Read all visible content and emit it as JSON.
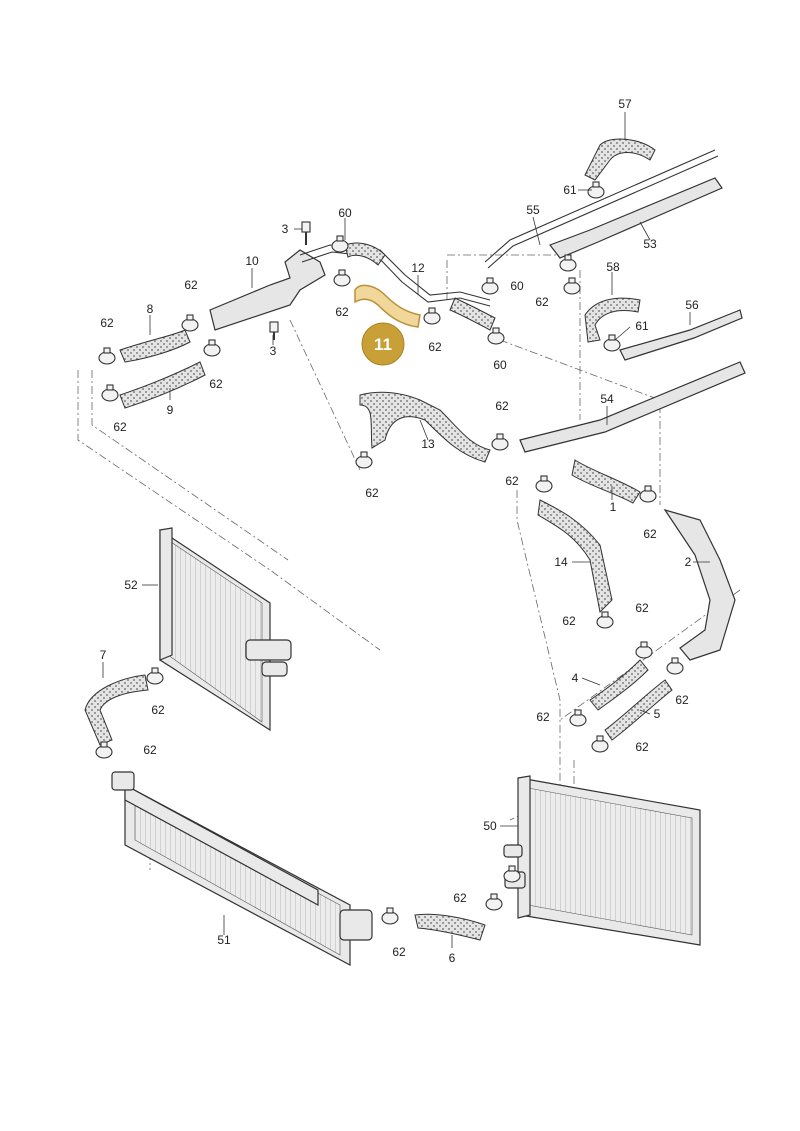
{
  "callout": {
    "number": "11",
    "color": "#c9a037"
  },
  "parts": {
    "p1": "1",
    "p2": "2",
    "p3a": "3",
    "p3b": "3",
    "p4": "4",
    "p5": "5",
    "p6": "6",
    "p7": "7",
    "p8": "8",
    "p9": "9",
    "p10": "10",
    "p12": "12",
    "p13": "13",
    "p14": "14",
    "p50": "50",
    "p51": "51",
    "p52": "52",
    "p53": "53",
    "p54": "54",
    "p55": "55",
    "p56": "56",
    "p57": "57",
    "p58": "58",
    "p60a": "60",
    "p60b": "60",
    "p60c": "60",
    "p61a": "61",
    "p61b": "61",
    "p62_01": "62",
    "p62_02": "62",
    "p62_03": "62",
    "p62_04": "62",
    "p62_05": "62",
    "p62_06": "62",
    "p62_07": "62",
    "p62_08": "62",
    "p62_09": "62",
    "p62_10": "62",
    "p62_11": "62",
    "p62_12": "62",
    "p62_13": "62",
    "p62_14": "62",
    "p62_15": "62",
    "p62_16": "62",
    "p62_17": "62",
    "p62_18": "62",
    "p62_19": "62",
    "p62_20": "62",
    "p62_21": "62"
  },
  "icons": {
    "clamp": "hose-clamp-icon",
    "screw": "screw-icon"
  }
}
